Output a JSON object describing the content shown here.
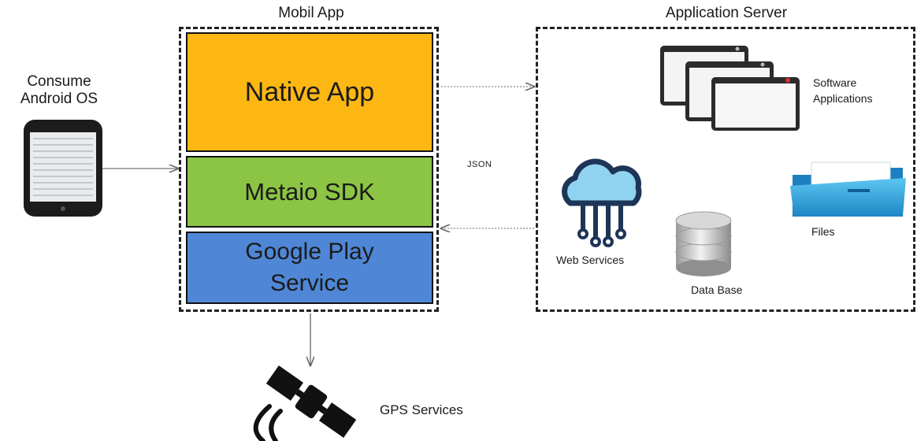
{
  "titles": {
    "mobile_app": "Mobil App",
    "application_server": "Application Server"
  },
  "client": {
    "line1": "Consume",
    "line2": "Android OS"
  },
  "mobile_layers": {
    "native_app": "Native App",
    "metaio_sdk": "Metaio SDK",
    "google_play_line1": "Google Play",
    "google_play_line2": "Service"
  },
  "connection": {
    "protocol": "JSON"
  },
  "server_components": {
    "software_line1": "Software",
    "software_line2": "Applications",
    "web_services": "Web Services",
    "database": "Data Base",
    "files": "Files"
  },
  "gps": {
    "label": "GPS Services"
  },
  "colors": {
    "native_app": "#fdb713",
    "metaio_sdk": "#8cc444",
    "google_play": "#4f87d6",
    "cloud_icon": "#1d3557",
    "cloud_fill": "#8fd3f0",
    "folder": "#2aa3dc"
  }
}
